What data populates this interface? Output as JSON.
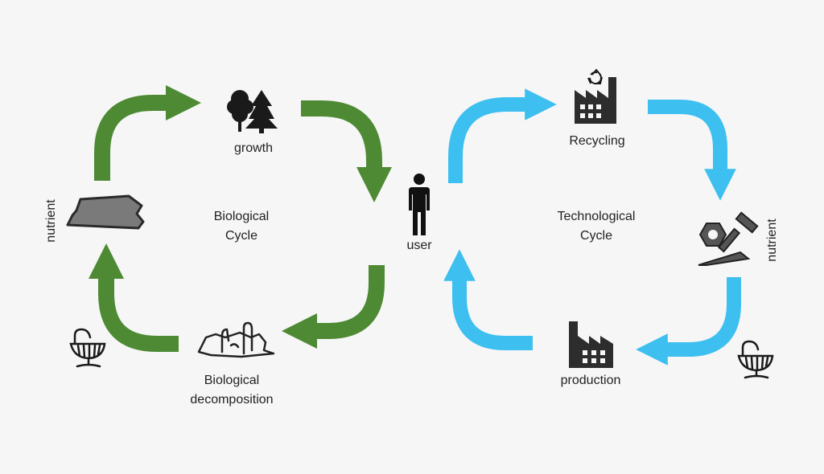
{
  "biological": {
    "color": "#4e8a34",
    "growth_label": "growth",
    "cycle_label_line1": "Biological",
    "cycle_label_line2": "Cycle",
    "decomposition_line1": "Biological",
    "decomposition_line2": "decomposition",
    "nutrient_label": "nutrient"
  },
  "technological": {
    "color": "#3dbff0",
    "recycling_label": "Recycling",
    "cycle_label_line1": "Technological",
    "cycle_label_line2": "Cycle",
    "production_label": "production",
    "nutrient_label": "nutrient"
  },
  "center": {
    "user_label": "user"
  },
  "icons": [
    "trees-icon",
    "soil-icon",
    "decomposition-icon",
    "cradle-icon",
    "person-icon",
    "recycling-factory-icon",
    "factory-icon",
    "parts-icon",
    "cradle-icon"
  ]
}
